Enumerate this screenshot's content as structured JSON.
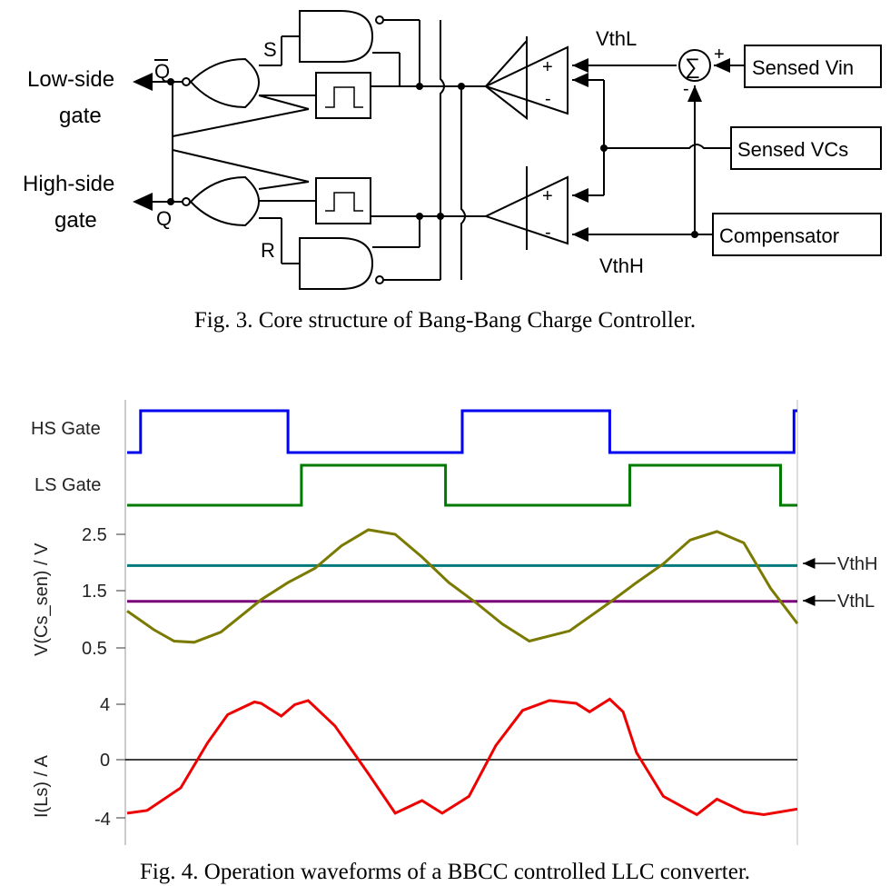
{
  "fig3": {
    "caption": "Fig. 3.  Core structure of Bang-Bang Charge Controller.",
    "labels": {
      "low_side_gate_1": "Low-side",
      "low_side_gate_2": "gate",
      "high_side_gate_1": "High-side",
      "high_side_gate_2": "gate",
      "q_bar": "Q",
      "q": "Q",
      "s": "S",
      "r": "R",
      "vthl": "VthL",
      "vthh": "VthH",
      "plus_top": "+",
      "minus_top": "-",
      "plus_bottom": "+",
      "minus_bottom": "-",
      "sum_plus": "+",
      "sum_minus": "-",
      "sigma": "∑",
      "sensed_vin": "Sensed Vin",
      "sensed_vcs": "Sensed VCs",
      "compensator": "Compensator"
    }
  },
  "fig4": {
    "caption": "Fig. 4.  Operation waveforms of a BBCC controlled LLC converter.",
    "hs_label": "HS Gate",
    "ls_label": "LS Gate",
    "v_axis_label": "V(Cs_sen) / V",
    "i_axis_label": "I(Ls) / A",
    "v_ticks": [
      "2.5",
      "1.5",
      "0.5"
    ],
    "i_ticks": [
      "4",
      "0",
      "-4"
    ],
    "vthh_label": "VthH",
    "vthl_label": "VthL",
    "colors": {
      "hs": "#0000ee",
      "ls": "#007a00",
      "vcs": "#7a7a00",
      "vthh": "#007a7a",
      "vthl": "#7a007a",
      "ils": "#ee0000"
    }
  },
  "chart_data": [
    {
      "type": "line",
      "title": "",
      "xlabel": "",
      "ylabel": "HS Gate",
      "series": [
        {
          "name": "",
          "x": [
            0,
            0.02,
            0.02,
            0.24,
            0.24,
            0.5,
            0.5,
            0.72,
            0.72,
            0.995,
            0.995,
            1
          ],
          "values": [
            0,
            0,
            1,
            1,
            0,
            0,
            1,
            1,
            0,
            0,
            1,
            1
          ]
        }
      ]
    },
    {
      "type": "line",
      "title": "",
      "xlabel": "",
      "ylabel": "LS Gate",
      "series": [
        {
          "name": "",
          "x": [
            0,
            0.26,
            0.26,
            0.475,
            0.475,
            0.75,
            0.75,
            0.975,
            0.975,
            1
          ],
          "values": [
            0,
            0,
            1,
            1,
            0,
            0,
            1,
            1,
            0,
            0
          ]
        }
      ]
    },
    {
      "type": "line",
      "title": "",
      "xlabel": "",
      "ylabel": "V(Cs_sen) / V",
      "ylim": [
        0.5,
        2.5
      ],
      "series": [
        {
          "name": "",
          "x": [
            0,
            0.04,
            0.07,
            0.1,
            0.14,
            0.2,
            0.24,
            0.28,
            0.32,
            0.36,
            0.4,
            0.44,
            0.48,
            0.52,
            0.56,
            0.6,
            0.66,
            0.72,
            0.76,
            0.8,
            0.84,
            0.88,
            0.92,
            0.96,
            1
          ],
          "values": [
            1.15,
            0.82,
            0.62,
            0.6,
            0.78,
            1.35,
            1.65,
            1.9,
            2.3,
            2.58,
            2.5,
            2.1,
            1.65,
            1.3,
            0.92,
            0.62,
            0.8,
            1.3,
            1.65,
            1.98,
            2.4,
            2.55,
            2.35,
            1.55,
            0.93
          ]
        },
        {
          "name": "VthH",
          "x": [
            0,
            1
          ],
          "values": [
            1.95,
            1.95
          ]
        },
        {
          "name": "VthL",
          "x": [
            0,
            1
          ],
          "values": [
            1.32,
            1.32
          ]
        }
      ]
    },
    {
      "type": "line",
      "title": "",
      "xlabel": "",
      "ylabel": "I(Ls) / A",
      "ylim": [
        -4,
        4
      ],
      "series": [
        {
          "name": "",
          "x": [
            0,
            0.03,
            0.08,
            0.12,
            0.15,
            0.19,
            0.2,
            0.23,
            0.25,
            0.27,
            0.31,
            0.36,
            0.4,
            0.44,
            0.47,
            0.51,
            0.55,
            0.59,
            0.63,
            0.67,
            0.69,
            0.72,
            0.74,
            0.76,
            0.8,
            0.85,
            0.88,
            0.92,
            0.95,
            1
          ],
          "values": [
            -3.8,
            -3.6,
            -2.0,
            1.2,
            3.2,
            4.1,
            4.0,
            3.1,
            3.9,
            4.2,
            2.4,
            -1.0,
            -3.8,
            -2.9,
            -3.8,
            -2.6,
            1.0,
            3.5,
            4.2,
            4.0,
            3.4,
            4.3,
            3.4,
            0.5,
            -2.6,
            -3.9,
            -2.8,
            -3.7,
            -3.9,
            -3.5
          ]
        },
        {
          "name": "",
          "x": [
            0,
            1
          ],
          "values": [
            0,
            0
          ]
        }
      ]
    }
  ]
}
